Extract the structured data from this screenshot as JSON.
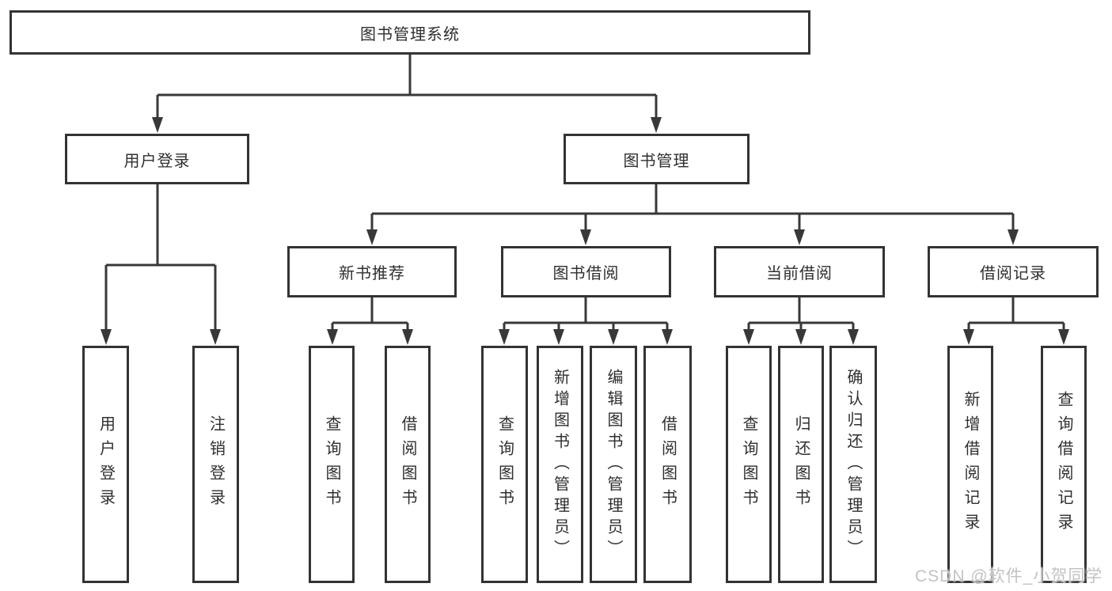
{
  "colors": {
    "line": "#383838",
    "box_border": "#333333",
    "box_background": "#ffffff",
    "text": "#2f2f2f",
    "watermark": "#c3c3c3"
  },
  "watermark": {
    "text": "CSDN @软件_小贺同学"
  },
  "tree": {
    "root": {
      "label": "图书管理系统",
      "children": [
        {
          "label": "用户登录",
          "children": [
            {
              "label": "用户登录"
            },
            {
              "label": "注销登录"
            }
          ]
        },
        {
          "label": "图书管理",
          "children": [
            {
              "label": "新书推荐",
              "children": [
                {
                  "label": "查询图书"
                },
                {
                  "label": "借阅图书"
                }
              ]
            },
            {
              "label": "图书借阅",
              "children": [
                {
                  "label": "查询图书"
                },
                {
                  "label": "新增图书（管理员）"
                },
                {
                  "label": "编辑图书（管理员）"
                },
                {
                  "label": "借阅图书"
                }
              ]
            },
            {
              "label": "当前借阅",
              "children": [
                {
                  "label": "查询图书"
                },
                {
                  "label": "归还图书"
                },
                {
                  "label": "确认归还（管理员）"
                }
              ]
            },
            {
              "label": "借阅记录",
              "children": [
                {
                  "label": "新增借阅记录"
                },
                {
                  "label": "查询借阅记录"
                }
              ]
            }
          ]
        }
      ]
    }
  }
}
